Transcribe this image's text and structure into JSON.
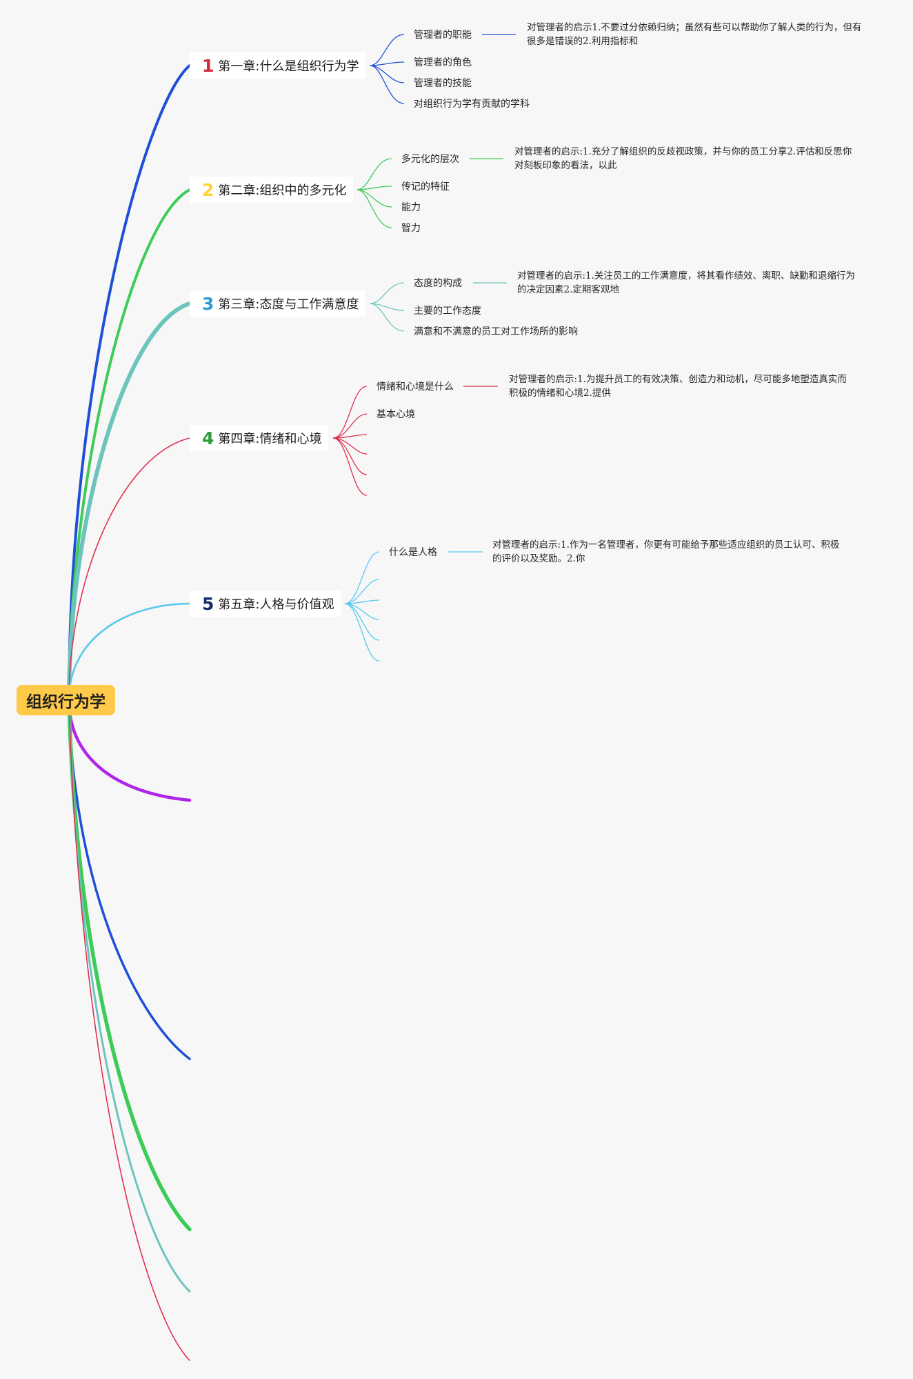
{
  "root": {
    "label": "组织行为学"
  },
  "colors": {
    "ch1": "#1f4fd8",
    "ch2": "#3ccc57",
    "ch3": "#6cc4bd",
    "ch4": "#e0304f",
    "ch5": "#58c8ee",
    "extra": "#b025e8",
    "num1": "#d6263c",
    "num2": "#ffd23a",
    "num3": "#2a9ad6",
    "num4": "#2e9e3a",
    "num5": "#152a6b"
  },
  "chapters": [
    {
      "num": "1",
      "title": "第一章:什么是组织行为学",
      "topics": [
        "管理者的职能",
        "管理者的角色",
        "管理者的技能",
        "对组织行为学有贡献的学科"
      ],
      "note": "对管理者的启示1.不要过分依赖归纳；虽然有些可以帮助你了解人类的行为，但有很多是错误的2.利用指标和"
    },
    {
      "num": "2",
      "title": "第二章:组织中的多元化",
      "topics": [
        "多元化的层次",
        "传记的特征",
        "能力",
        "智力"
      ],
      "note": "对管理者的启示:1.充分了解组织的反歧视政策，并与你的员工分享2.评估和反思你对刻板印象的看法，以此"
    },
    {
      "num": "3",
      "title": "第三章:态度与工作满意度",
      "topics": [
        "态度的构成",
        "主要的工作态度",
        "满意和不满意的员工对工作场所的影响"
      ],
      "note": "对管理者的启示:1.关注员工的工作满意度，将其看作绩效、离职、缺勤和退缩行为的决定因素2.定期客观地"
    },
    {
      "num": "4",
      "title": "第四章:情绪和心境",
      "topics": [
        "情绪和心境是什么",
        "基本心境"
      ],
      "note": "对管理者的启示:1.为提升员工的有效决策、创造力和动机，尽可能多地塑造真实而积极的情绪和心境2.提供"
    },
    {
      "num": "5",
      "title": "第五章:人格与价值观",
      "topics": [
        "什么是人格"
      ],
      "note": "对管理者的启示:1.作为一名管理者，你更有可能给予那些适应组织的员工认可、积极的评价以及奖励。2.你"
    }
  ]
}
